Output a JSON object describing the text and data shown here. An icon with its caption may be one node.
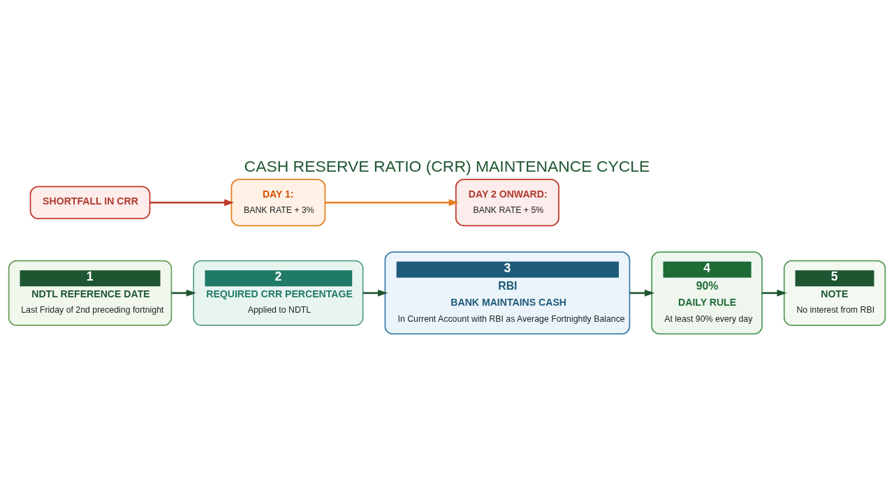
{
  "diagram": {
    "title": "CASH RESERVE RATIO (CRR) MAINTENANCE CYCLE",
    "nodes": [
      {
        "text": [
          "1",
          "NDTL REFERENCE DATE",
          "Last Friday of 2nd preceding fortnight"
        ]
      },
      {
        "text": [
          "2",
          "REQUIRED CRR PERCENTAGE",
          "Applied to NDTL"
        ]
      },
      {
        "text": [
          "3",
          "RBI",
          "BANK MAINTAINS CASH",
          "In Current Account with RBI as Average Fortnightly Balance"
        ]
      },
      {
        "text": [
          "4",
          "90%",
          "DAILY RULE",
          "At least 90% every day"
        ]
      },
      {
        "text": [
          "5",
          "NOTE",
          "No interest from RBI"
        ]
      },
      {
        "text": [
          "SHORTFALL IN CRR"
        ]
      },
      {
        "text": [
          "DAY 1:",
          "BANK RATE + 3%"
        ]
      },
      {
        "text": [
          "DAY 2 ONWARD:",
          "BANK RATE + 5%"
        ]
      }
    ],
    "edges": [
      {
        "from": 0,
        "to": 1,
        "arrow": "to"
      },
      {
        "from": 1,
        "to": 2,
        "arrow": "to"
      },
      {
        "from": 2,
        "to": 3,
        "arrow": "to"
      },
      {
        "from": 3,
        "to": 4,
        "arrow": "to"
      },
      {
        "from": 5,
        "to": 6,
        "arrow": "to",
        "color": "#c0392b"
      },
      {
        "from": 6,
        "to": 7,
        "arrow": "to",
        "color": "#e67e22"
      }
    ]
  }
}
